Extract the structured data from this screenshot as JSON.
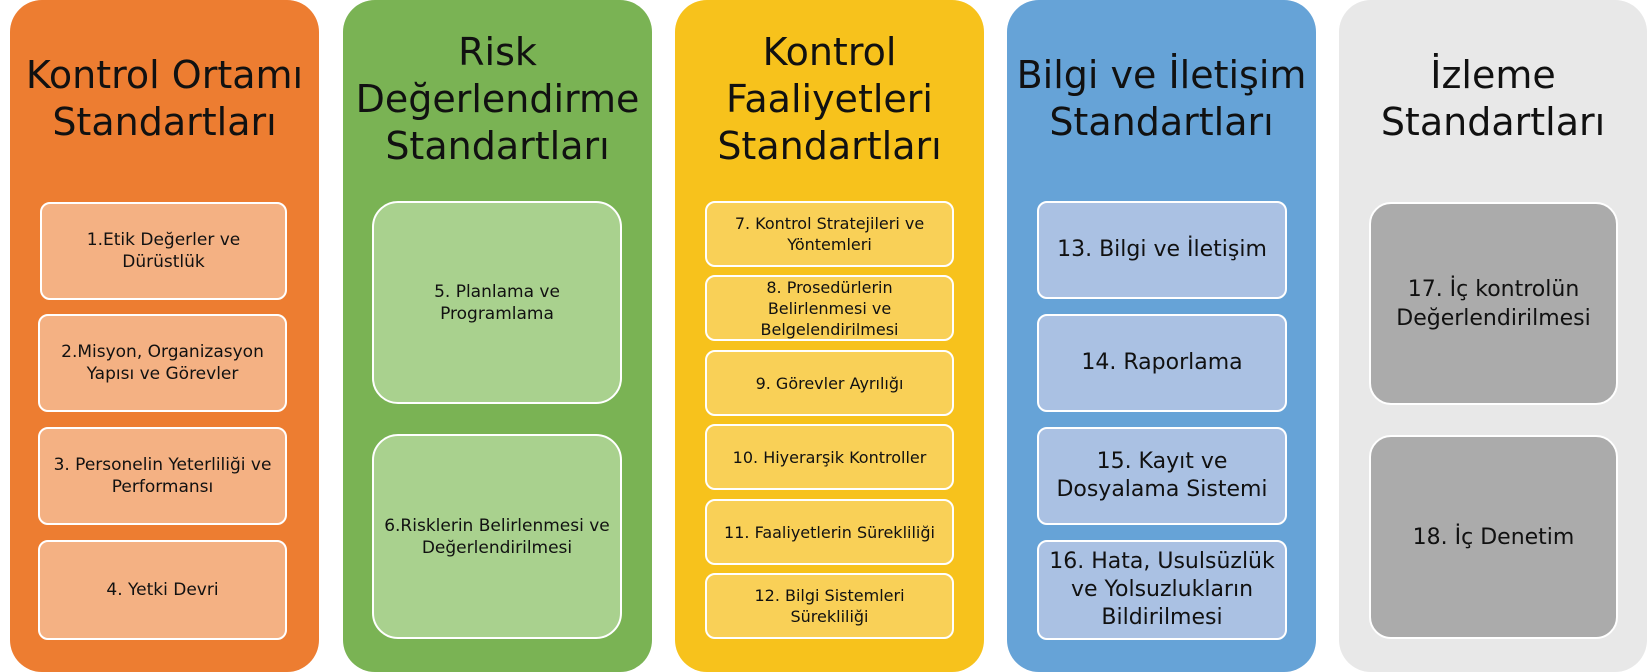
{
  "columns": [
    {
      "title_lines": [
        "Kontrol Ortamı",
        "Standartları"
      ],
      "items": [
        "1.Etik Değerler ve\nDürüstlük",
        "2.Misyon, Organizasyon\nYapısı ve Görevler",
        "3. Personelin Yeterliliği ve\nPerformansı",
        "4. Yetki Devri"
      ]
    },
    {
      "title_lines": [
        "Risk",
        "Değerlendirme",
        "Standartları"
      ],
      "items": [
        "5. Planlama ve\nProgramlama",
        "6.Risklerin Belirlenmesi ve\nDeğerlendirilmesi"
      ]
    },
    {
      "title_lines": [
        "Kontrol",
        "Faaliyetleri",
        "Standartları"
      ],
      "items": [
        "7. Kontrol Stratejileri ve\nYöntemleri",
        "8. Prosedürlerin\nBelirlenmesi ve\nBelgelendirilmesi",
        "9. Görevler Ayrılığı",
        "10. Hiyerarşik Kontroller",
        "11. Faaliyetlerin Sürekliliği",
        "12. Bilgi Sistemleri\nSürekliliği"
      ]
    },
    {
      "title_lines": [
        "Bilgi ve İletişim",
        "Standartları"
      ],
      "items": [
        "13. Bilgi ve İletişim",
        "14. Raporlama",
        "15. Kayıt ve\nDosyalama Sistemi",
        "16. Hata, Usulsüzlük\nve Yolsuzlukların\nBildirilmesi"
      ]
    },
    {
      "title_lines": [
        "İzleme",
        "Standartları"
      ],
      "items": [
        "17. İç kontrolün\nDeğerlendirilmesi",
        "18. İç Denetim"
      ]
    }
  ]
}
